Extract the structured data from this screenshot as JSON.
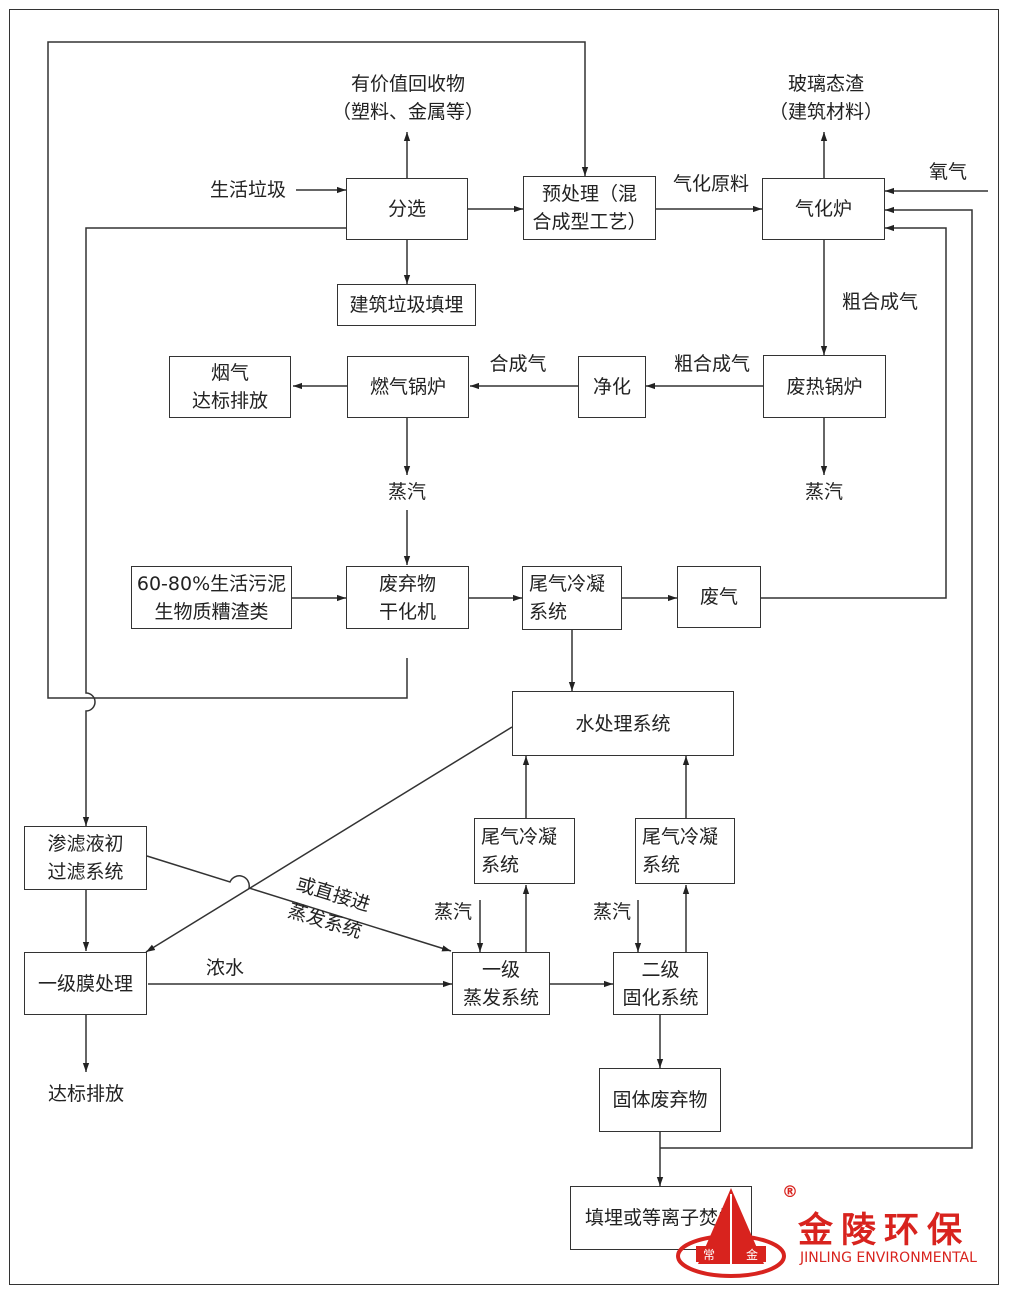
{
  "boxes": {
    "sorting": "分选",
    "pretreatment": "预处理（混\n合成型工艺）",
    "gasifier": "气化炉",
    "construction_landfill": "建筑垃圾填埋",
    "flue_gas": "烟气\n达标排放",
    "gas_boiler": "燃气锅炉",
    "purification": "净化",
    "waste_heat_boiler": "废热锅炉",
    "sludge_input": "60-80%生活污泥\n生物质糟渣类",
    "waste_dryer": "废弃物\n干化机",
    "tail_gas_condenser": "尾气冷凝\n系统",
    "waste_gas": "废气",
    "water_treatment": "水处理系统",
    "leachate_filter": "渗滤液初\n过滤系统",
    "tail_gas_condenser_2": "尾气冷凝\n系统",
    "tail_gas_condenser_3": "尾气冷凝\n系统",
    "membrane": "一级膜处理",
    "evaporation": "一级\n蒸发系统",
    "solidification": "二级\n固化系统",
    "solid_waste": "固体废弃物",
    "landfill_plasma": "填埋或等离子焚烧"
  },
  "labels": {
    "recyclables": "有价值回收物\n（塑料、金属等）",
    "glass_slag": "玻璃态渣\n（建筑材料）",
    "household_waste": "生活垃圾",
    "oxygen": "氧气",
    "gasification_feed": "气化原料",
    "crude_syngas_1": "粗合成气",
    "syngas": "合成气",
    "crude_syngas_2": "粗合成气",
    "steam_1": "蒸汽",
    "steam_2": "蒸汽",
    "steam_3": "蒸汽",
    "steam_4": "蒸汽",
    "concentrate": "浓水",
    "direct_evap": "或直接进\n蒸发系统",
    "discharge": "达标排放"
  },
  "logo": {
    "name_cn": "金陵环保",
    "name_en": "JINLING ENVIRONMENTAL",
    "registered": "®",
    "mark_left": "常",
    "mark_right": "金",
    "color": "#d8231e"
  }
}
